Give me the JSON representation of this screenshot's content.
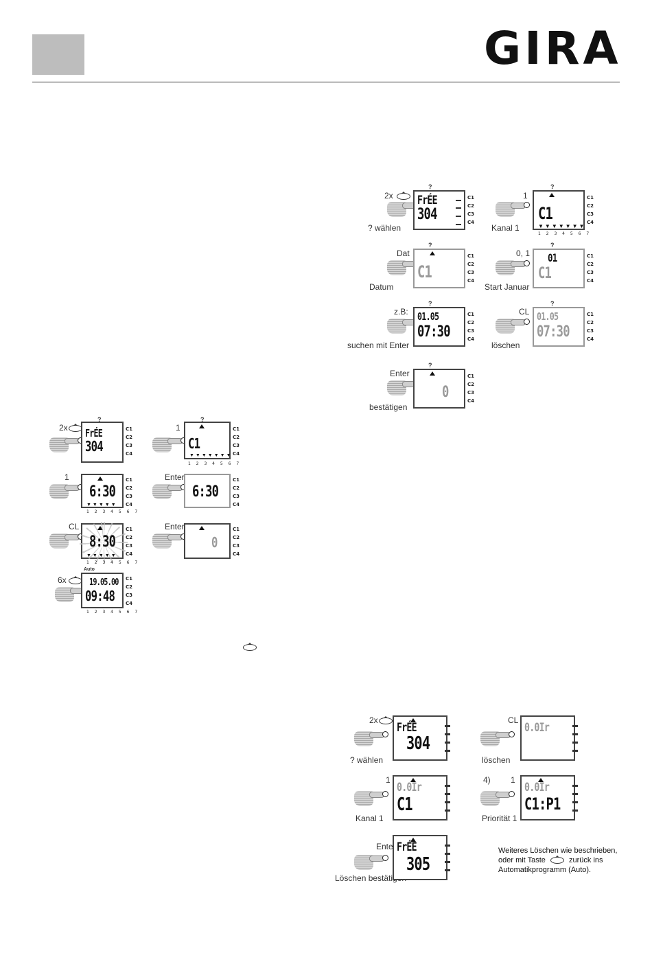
{
  "header": {
    "brand": "GIRA"
  },
  "section_a": {
    "steps": [
      {
        "press": "2x",
        "caption": "? wählen",
        "line1": "FrÉE",
        "line2": "304"
      },
      {
        "press": "1",
        "caption": "Kanal 1",
        "line1": "",
        "line2": "C1"
      },
      {
        "press": "Dat",
        "caption": "Datum",
        "line1": "",
        "line2": "C1"
      },
      {
        "press": "0, 1",
        "caption": "Start Januar",
        "line1": "01",
        "line2": "C1"
      },
      {
        "press": "z.B:",
        "caption": "suchen mit Enter",
        "line1": "01.05",
        "line2": "07:30"
      },
      {
        "press": "CL",
        "caption": "löschen",
        "line1": "01.05",
        "line2": "07:30"
      },
      {
        "press": "Enter",
        "caption": "bestätigen",
        "line1": "",
        "line2": "0"
      }
    ]
  },
  "section_b": {
    "steps": [
      {
        "press": "2x",
        "line1": "FrÉE",
        "line2": "304"
      },
      {
        "press": "1",
        "line1": "",
        "line2": "C1"
      },
      {
        "press": "1",
        "line1": "",
        "line2": "6:30"
      },
      {
        "press": "Enter",
        "line1": "",
        "line2": "6:30"
      },
      {
        "press": "CL",
        "line1": "",
        "line2": "8:30"
      },
      {
        "press": "Enter",
        "line1": "",
        "line2": "0"
      },
      {
        "press": "6x",
        "top": "Auto",
        "line1": "19.05.00",
        "line2": "09:48"
      }
    ]
  },
  "section_c": {
    "steps": [
      {
        "press": "2x",
        "caption": "? wählen",
        "line1": "FrÉE",
        "line2": "304"
      },
      {
        "press": "CL",
        "caption": "löschen",
        "line1": "0.0Ir",
        "line2": ""
      },
      {
        "press": "1",
        "caption": "Kanal 1",
        "line1": "0.0Ir",
        "line2": "C1"
      },
      {
        "press": "1",
        "prefix": "4)",
        "caption": "Priorität 1",
        "line1": "0.0Ir",
        "line2": "C1:P1"
      },
      {
        "press": "Enter",
        "caption": "Löschen bestätigen",
        "line1": "FrÉE",
        "line2": "305"
      }
    ],
    "note_lines": [
      "Weiteres Löschen wie beschrieben,",
      "oder mit Taste",
      "zurück ins",
      "Automatikprogramm (Auto)."
    ]
  },
  "channels": [
    "C1",
    "C2",
    "C3",
    "C4"
  ],
  "days": "1 2 3 4 5 6 7",
  "question": "?"
}
